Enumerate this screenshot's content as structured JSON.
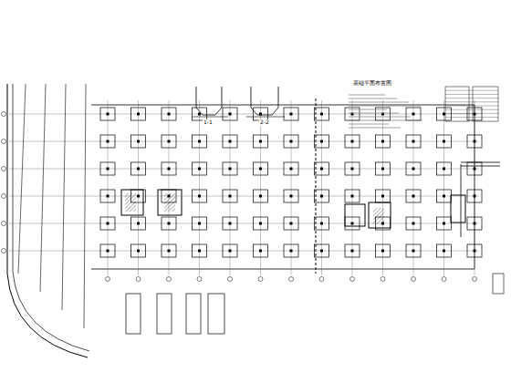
{
  "diagram": {
    "labels": [
      "基础平面布置图",
      "1-1",
      "2-2"
    ]
  }
}
